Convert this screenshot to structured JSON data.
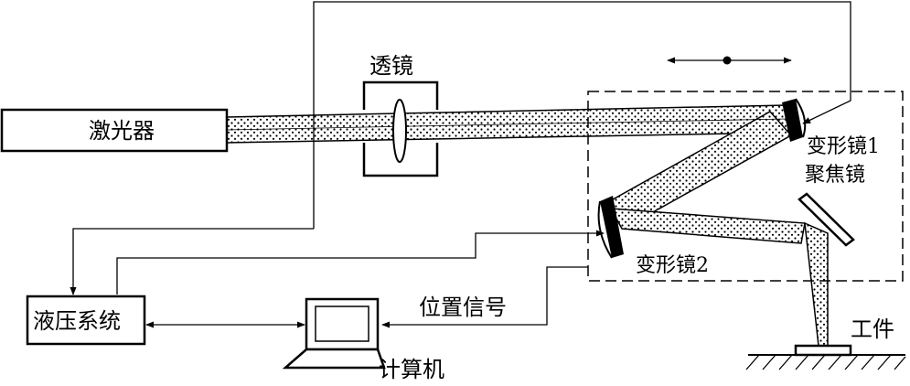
{
  "diagram": {
    "labels": {
      "laser": "激光器",
      "lens": "透镜",
      "mirror1_line1": "变形镜1",
      "mirror1_line2": "聚焦镜",
      "mirror2": "变形镜2",
      "hydraulic": "液压系统",
      "computer": "计算机",
      "position_signal": "位置信号",
      "workpiece": "工件"
    }
  }
}
